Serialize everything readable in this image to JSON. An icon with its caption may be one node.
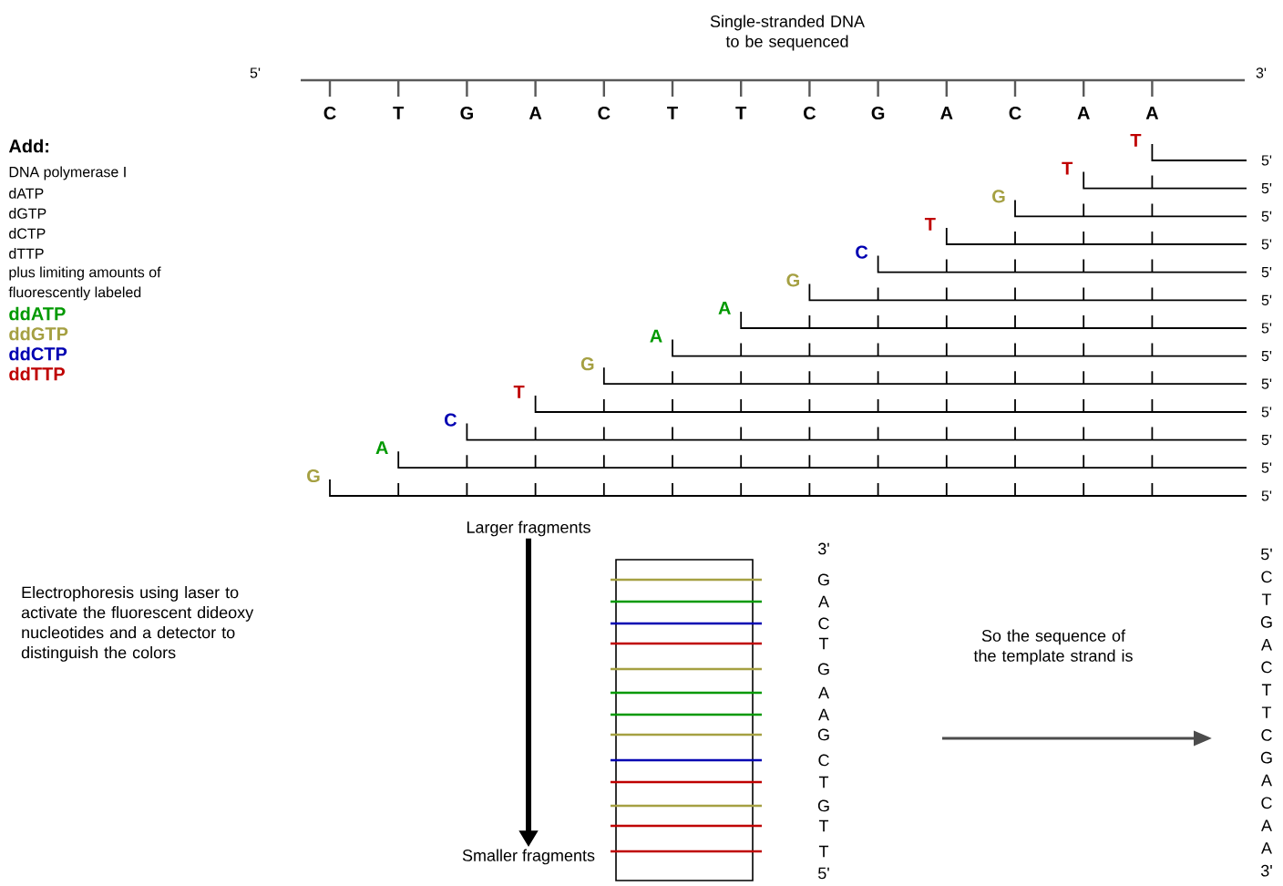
{
  "diagram": {
    "nodes": [
      {
        "text": [
          "Larger fragments"
        ]
      },
      {
        "text": [
          "Smaller fragments"
        ]
      }
    ],
    "edges": [
      {
        "from": 0,
        "to": 1,
        "arrow": "to"
      }
    ],
    "labels": [
      "Single-stranded DNA to be sequenced",
      "5'",
      "3'",
      "C",
      "T",
      "G",
      "A",
      "C",
      "T",
      "T",
      "C",
      "G",
      "A",
      "C",
      "A",
      "A",
      "Add:",
      "DNA polymerase I",
      "dATP",
      "dGTP",
      "dCTP",
      "dTTP",
      "plus limiting amounts of",
      "fluorescently labeled",
      "ddATP",
      "ddGTP",
      "ddCTP",
      "ddTTP",
      "T",
      "5'",
      "T",
      "5'",
      "G",
      "5'",
      "T",
      "5'",
      "C",
      "5'",
      "G",
      "5'",
      "A",
      "5'",
      "A",
      "5'",
      "G",
      "5'",
      "T",
      "5'",
      "C",
      "5'",
      "A",
      "5'",
      "G",
      "5'",
      "Electrophoresis using laser to activate the fluorescent dideoxy nucleotides and a detector to distinguish the colors",
      "3'",
      "G",
      "A",
      "C",
      "T",
      "G",
      "A",
      "A",
      "G",
      "C",
      "T",
      "G",
      "T",
      "T",
      "5'",
      "So the sequence of the template strand is",
      "5'",
      "C",
      "T",
      "G",
      "A",
      "C",
      "T",
      "T",
      "C",
      "G",
      "A",
      "C",
      "A",
      "A",
      "3'"
    ]
  }
}
